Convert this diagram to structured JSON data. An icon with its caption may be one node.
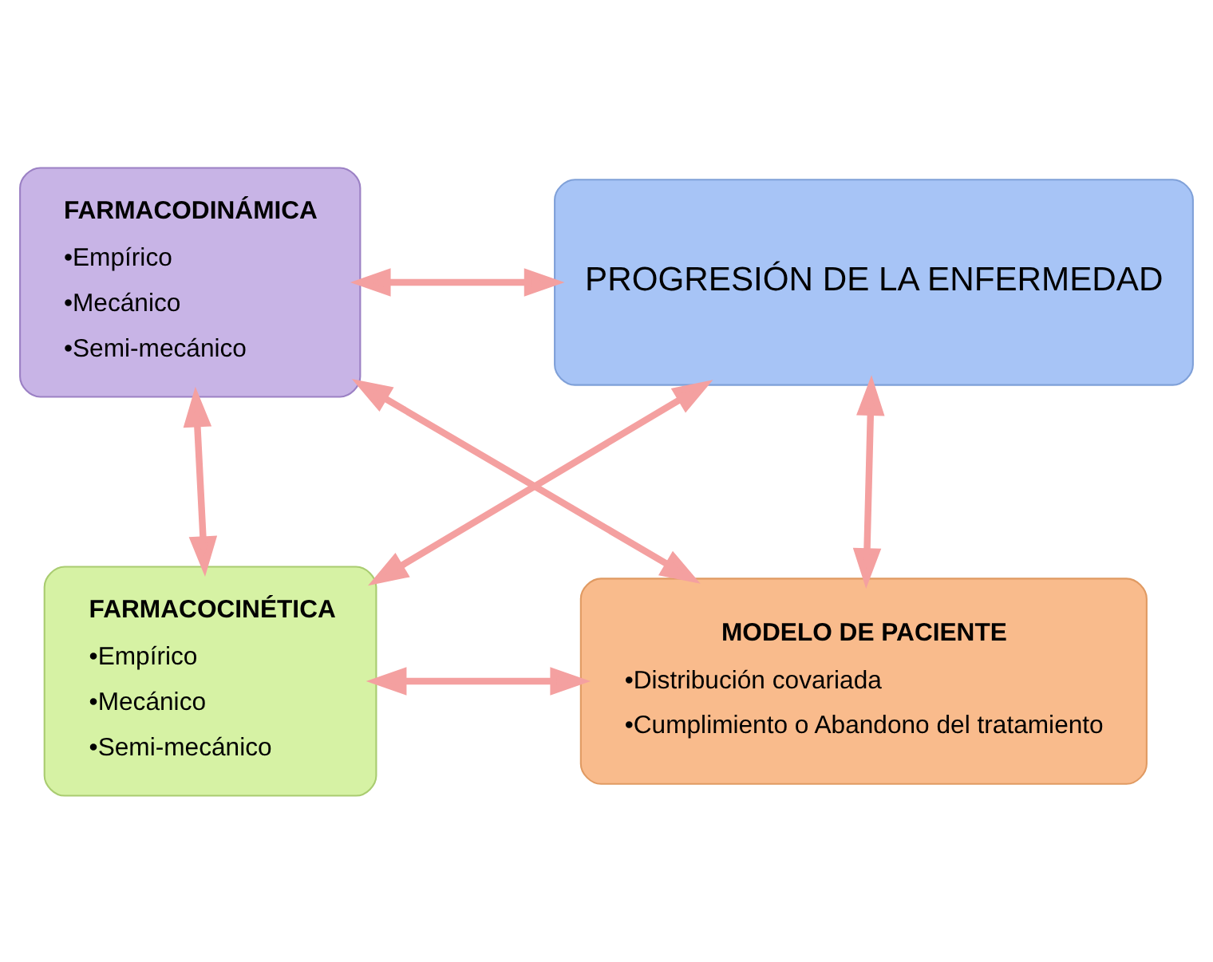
{
  "diagram": {
    "nodes": [
      {
        "text": [
          "FARMACODINÁMICA",
          "•Empírico",
          "•Mecánico",
          "•Semi-mecánico"
        ]
      },
      {
        "text": [
          "PROGRESIÓN DE LA ENFERMEDAD"
        ]
      },
      {
        "text": [
          "FARMACOCINÉTICA",
          "•Empírico",
          "•Mecánico",
          "•Semi-mecánico"
        ]
      },
      {
        "text": [
          "MODELO DE PACIENTE",
          "•Distribución covariada",
          "•Cumplimiento o Abandono del tratamiento"
        ]
      }
    ],
    "edges": [
      {
        "from": 0,
        "to": 1,
        "arrow": "both"
      },
      {
        "from": 0,
        "to": 2,
        "arrow": "both"
      },
      {
        "from": 1,
        "to": 3,
        "arrow": "both"
      },
      {
        "from": 2,
        "to": 3,
        "arrow": "both"
      },
      {
        "from": 0,
        "to": 3,
        "arrow": "both"
      },
      {
        "from": 2,
        "to": 1,
        "arrow": "both"
      }
    ]
  }
}
